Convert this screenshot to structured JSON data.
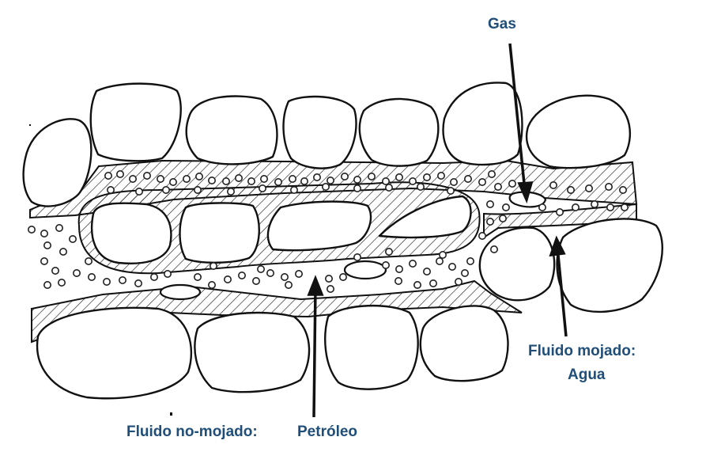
{
  "labels": {
    "gas": "Gas",
    "wetting_fluid_line1": "Fluido mojado:",
    "wetting_fluid_line2": "Agua",
    "non_wetting_fluid": "Fluido no-mojado:",
    "oil": "Petróleo"
  },
  "colors": {
    "label_text": "#1f4e79",
    "ink": "#111111",
    "background": "#ffffff"
  }
}
